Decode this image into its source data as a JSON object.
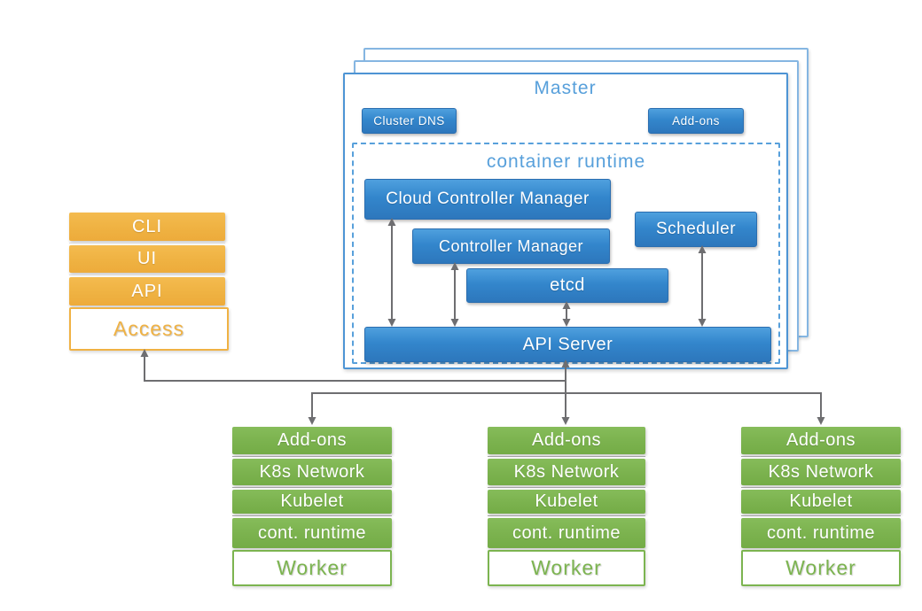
{
  "colors": {
    "component_blue": "#3386CC",
    "blue_title_text": "#58A0DB",
    "access_orange": "#EFB242",
    "worker_green": "#7BB24E",
    "connector_gray": "#6E6E71"
  },
  "access": {
    "items": [
      "CLI",
      "UI",
      "API"
    ],
    "base": "Access"
  },
  "master": {
    "title": "Master",
    "cluster_dns": "Cluster DNS",
    "add_ons": "Add-ons",
    "runtime": {
      "title": "container runtime",
      "boxes": {
        "cloud_controller_manager": "Cloud Controller Manager",
        "controller_manager": "Controller Manager",
        "scheduler": "Scheduler",
        "etcd": "etcd",
        "api_server": "API Server"
      }
    }
  },
  "workers": [
    {
      "items": [
        "Add-ons",
        "K8s Network",
        "Kubelet",
        "cont. runtime"
      ],
      "base": "Worker"
    },
    {
      "items": [
        "Add-ons",
        "K8s Network",
        "Kubelet",
        "cont. runtime"
      ],
      "base": "Worker"
    },
    {
      "items": [
        "Add-ons",
        "K8s Network",
        "Kubelet",
        "cont. runtime"
      ],
      "base": "Worker"
    }
  ]
}
